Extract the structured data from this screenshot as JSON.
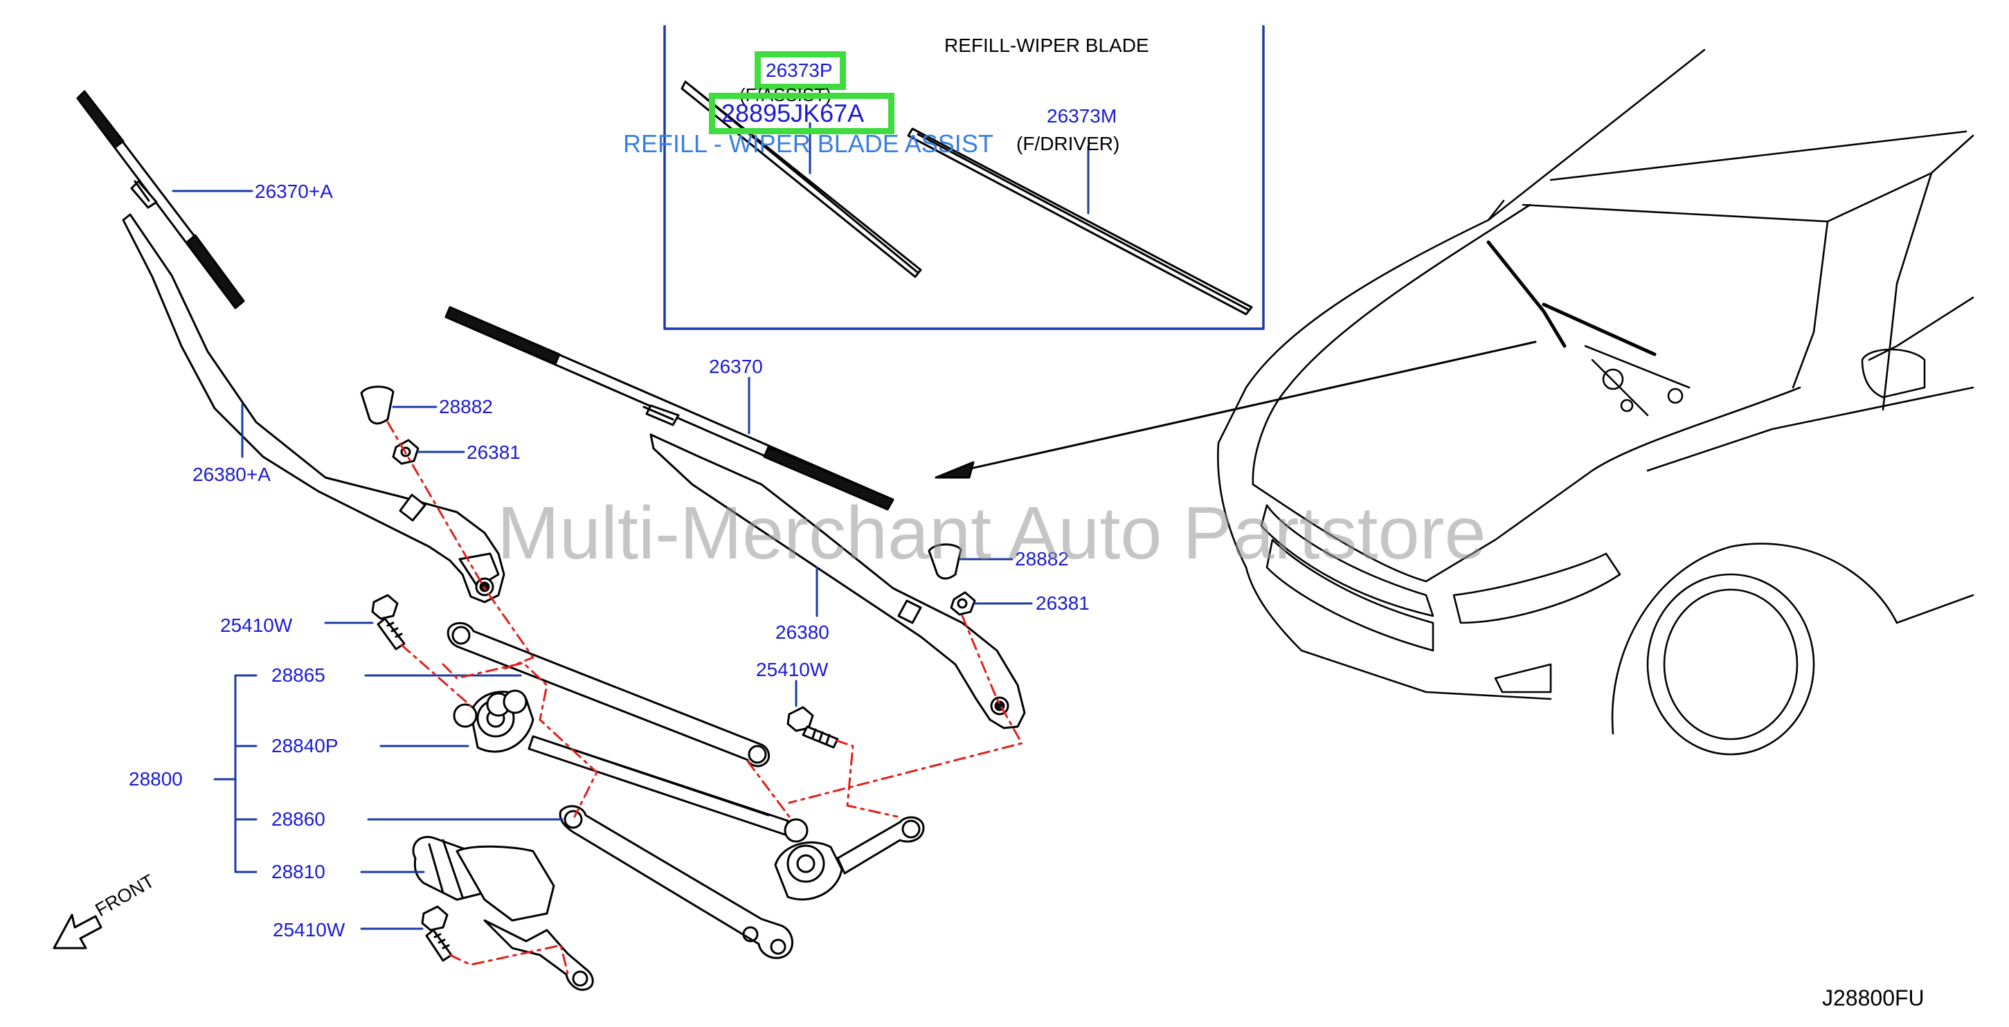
{
  "inset": {
    "title": "REFILL-WIPER   BLADE",
    "part_assist": "26373P",
    "assist_note": "(F/ASSIST)",
    "highlight_part": "28895JK67A",
    "assist_name": "REFILL - WIPER BLADE ASSIST",
    "part_driver": "26373M",
    "driver_note": "(F/DRIVER)"
  },
  "labels": {
    "blade_left": "26370+A",
    "arm_left": "26380+A",
    "cap_left": "28882",
    "nut_left": "26381",
    "blade_right": "26370",
    "arm_right": "26380",
    "cap_right": "28882",
    "nut_right": "26381",
    "bolt_top_left": "25410W",
    "bolt_mid": "25410W",
    "bolt_bottom": "25410W",
    "assembly": "28800",
    "link": "28865",
    "pivot": "28840P",
    "rod": "28860",
    "motor": "28810"
  },
  "watermark": "Multi-Merchant Auto Partstore",
  "front_label": "FRONT",
  "diagram_code": "J28800FU",
  "colors": {
    "label_blue": "#1a1ad6",
    "inset_frame": "#1a3aa8",
    "leader": "#1a3aa8",
    "dash_red": "#e0201a",
    "highlight": "#3fdb3f"
  }
}
